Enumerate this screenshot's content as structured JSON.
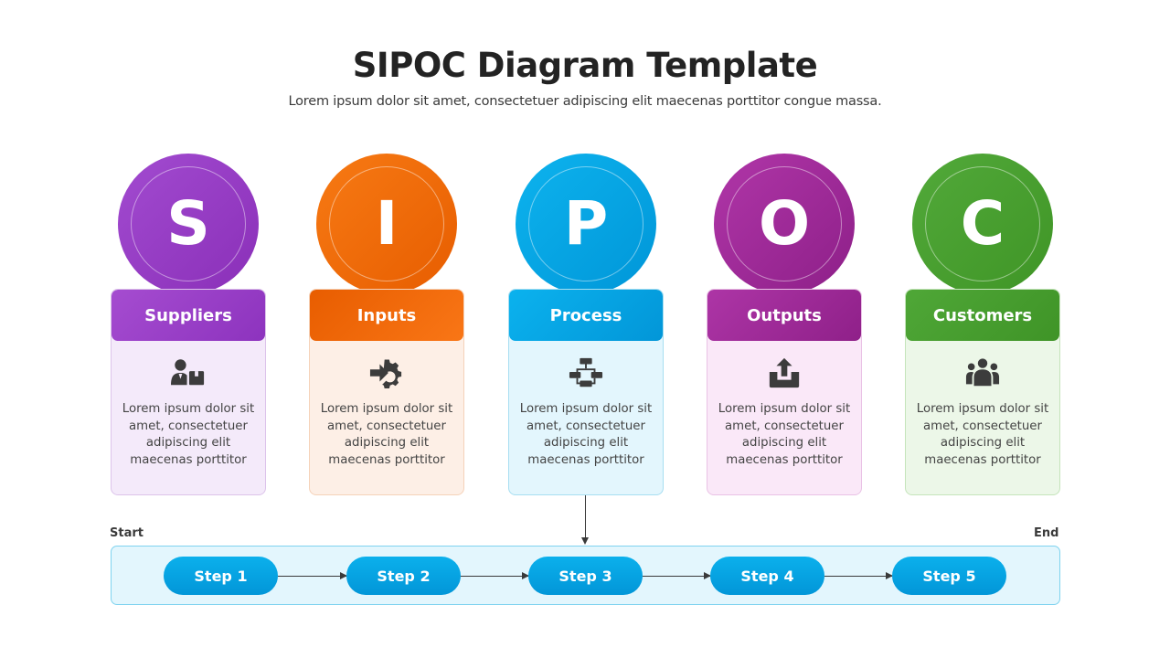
{
  "header": {
    "title": "SIPOC Diagram Template",
    "subtitle": "Lorem ipsum dolor sit amet, consectetuer adipiscing elit maecenas porttitor congue massa."
  },
  "columns": [
    {
      "letter": "S",
      "label": "Suppliers",
      "icon": "supplier-icon",
      "text": "Lorem ipsum dolor sit amet, consectetuer adipiscing elit maecenas porttitor",
      "colors": {
        "circle_from": "#a24bd0",
        "circle_to": "#8a2fb8",
        "head_from": "#a54cd0",
        "head_to": "#8d33be",
        "card_bg": "#f4eafa",
        "card_border": "#dcc3ea"
      }
    },
    {
      "letter": "I",
      "label": "Inputs",
      "icon": "input-gear-icon",
      "text": "Lorem ipsum dolor sit amet, consectetuer adipiscing elit maecenas porttitor",
      "colors": {
        "circle_from": "#f77a14",
        "circle_to": "#e75d00",
        "head_from": "#e85d00",
        "head_to": "#f97616",
        "card_bg": "#fdefe6",
        "card_border": "#f5d2b9"
      }
    },
    {
      "letter": "P",
      "label": "Process",
      "icon": "flowchart-icon",
      "text": "Lorem ipsum dolor sit amet, consectetuer adipiscing elit maecenas porttitor",
      "colors": {
        "circle_from": "#0db3ee",
        "circle_to": "#0096d8",
        "head_from": "#0bb2ee",
        "head_to": "#0296d8",
        "card_bg": "#e3f6fd",
        "card_border": "#a7def1"
      }
    },
    {
      "letter": "O",
      "label": "Outputs",
      "icon": "upload-icon",
      "text": "Lorem ipsum dolor sit amet, consectetuer adipiscing elit maecenas porttitor",
      "colors": {
        "circle_from": "#b036a8",
        "circle_to": "#8d1f88",
        "head_from": "#ad35a6",
        "head_to": "#8f2089",
        "card_bg": "#fae8f8",
        "card_border": "#e9c2e5"
      }
    },
    {
      "letter": "C",
      "label": "Customers",
      "icon": "users-icon",
      "text": "Lorem ipsum dolor sit amet, consectetuer adipiscing elit maecenas porttitor",
      "colors": {
        "circle_from": "#52a93a",
        "circle_to": "#3f9526",
        "head_from": "#4fa737",
        "head_to": "#3f9427",
        "card_bg": "#ecf7e8",
        "card_border": "#c5e4bb"
      }
    }
  ],
  "flow": {
    "start_label": "Start",
    "end_label": "End",
    "steps": [
      "Step 1",
      "Step 2",
      "Step 3",
      "Step 4",
      "Step 5"
    ]
  }
}
